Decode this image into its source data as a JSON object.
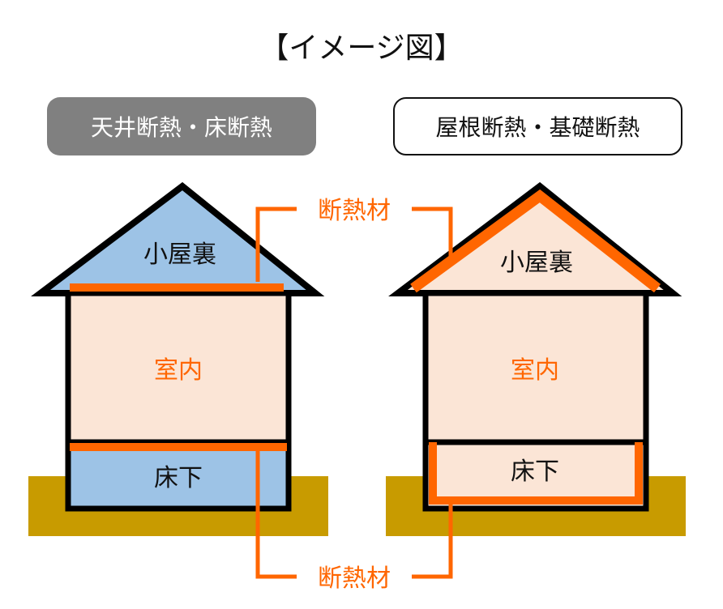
{
  "title": "【イメージ図】",
  "labels": {
    "left_method": "天井断熱・床断熱",
    "right_method": "屋根断熱・基礎断熱",
    "insulation_top": "断熱材",
    "insulation_bottom": "断熱材"
  },
  "left_house": {
    "attic": "小屋裏",
    "interior": "室内",
    "underfloor": "床下"
  },
  "right_house": {
    "attic": "小屋裏",
    "interior": "室内",
    "underfloor": "床下"
  },
  "colors": {
    "insulation": "#FF6600",
    "cold_space": "#9DC3E6",
    "warm_space": "#FBE5D6",
    "ground": "#C89B00",
    "outline": "#000000",
    "left_label_bg": "#808080"
  }
}
